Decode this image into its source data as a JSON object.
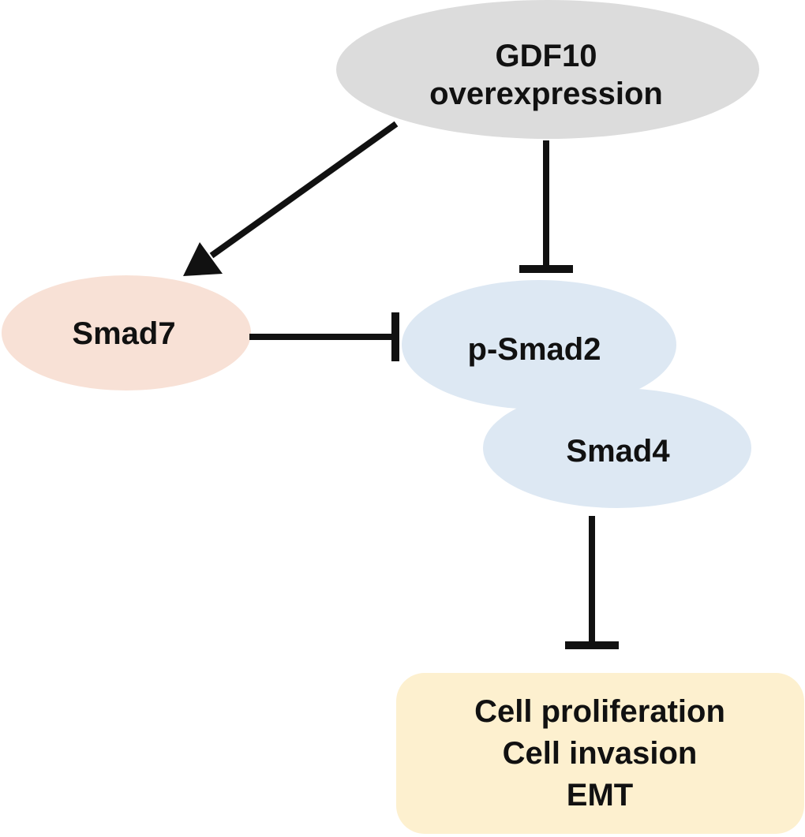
{
  "nodes": {
    "gdf10": {
      "lines": [
        "GDF10",
        "overexpression"
      ],
      "fill": "#dcdcdc"
    },
    "smad7": {
      "label": "Smad7",
      "fill": "#f8e1d6"
    },
    "psmad2": {
      "label": "p-Smad2",
      "fill": "#dde8f3"
    },
    "smad4": {
      "label": "Smad4",
      "fill": "#dde8f3"
    },
    "outcomes": {
      "lines": [
        "Cell proliferation",
        "Cell invasion",
        "EMT"
      ],
      "fill": "#fdf0cf"
    }
  },
  "edges": [
    {
      "from": "GDF10 overexpression",
      "to": "Smad7",
      "type": "activation"
    },
    {
      "from": "GDF10 overexpression",
      "to": "p-Smad2",
      "type": "inhibition"
    },
    {
      "from": "Smad7",
      "to": "p-Smad2",
      "type": "inhibition"
    },
    {
      "from": "Smad4",
      "to": "Cell proliferation / Cell invasion / EMT",
      "type": "inhibition"
    }
  ],
  "colors": {
    "edge": "#111111",
    "text": "#111111"
  }
}
